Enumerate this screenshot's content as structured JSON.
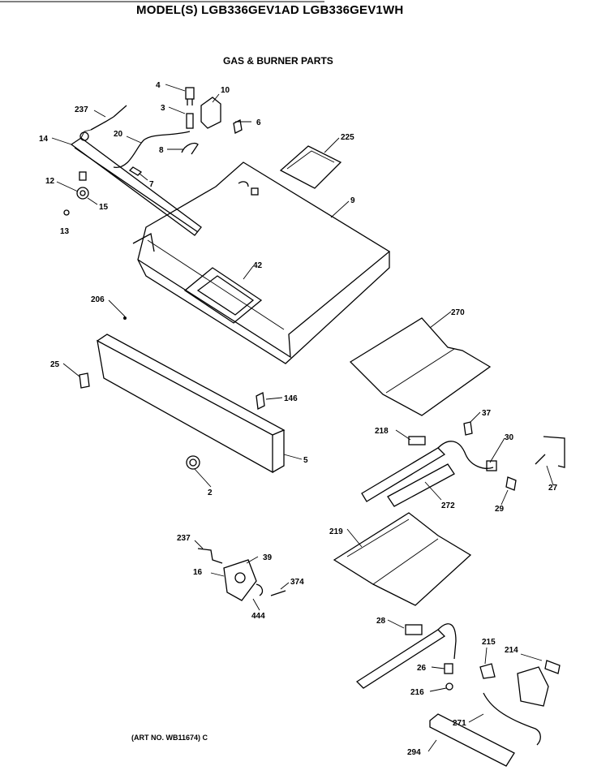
{
  "header": {
    "title": "MODEL(S) LGB336GEV1AD  LGB336GEV1WH",
    "subtitle": "GAS & BURNER PARTS",
    "art_no": "(ART NO. WB11674) C"
  },
  "callouts": [
    "4",
    "10",
    "3",
    "237",
    "6",
    "20",
    "14",
    "8",
    "225",
    "7",
    "12",
    "9",
    "15",
    "13",
    "42",
    "206",
    "270",
    "25",
    "146",
    "37",
    "218",
    "30",
    "5",
    "2",
    "27",
    "29",
    "272",
    "219",
    "237",
    "39",
    "16",
    "374",
    "444",
    "28",
    "215",
    "214",
    "26",
    "216",
    "271",
    "294"
  ]
}
